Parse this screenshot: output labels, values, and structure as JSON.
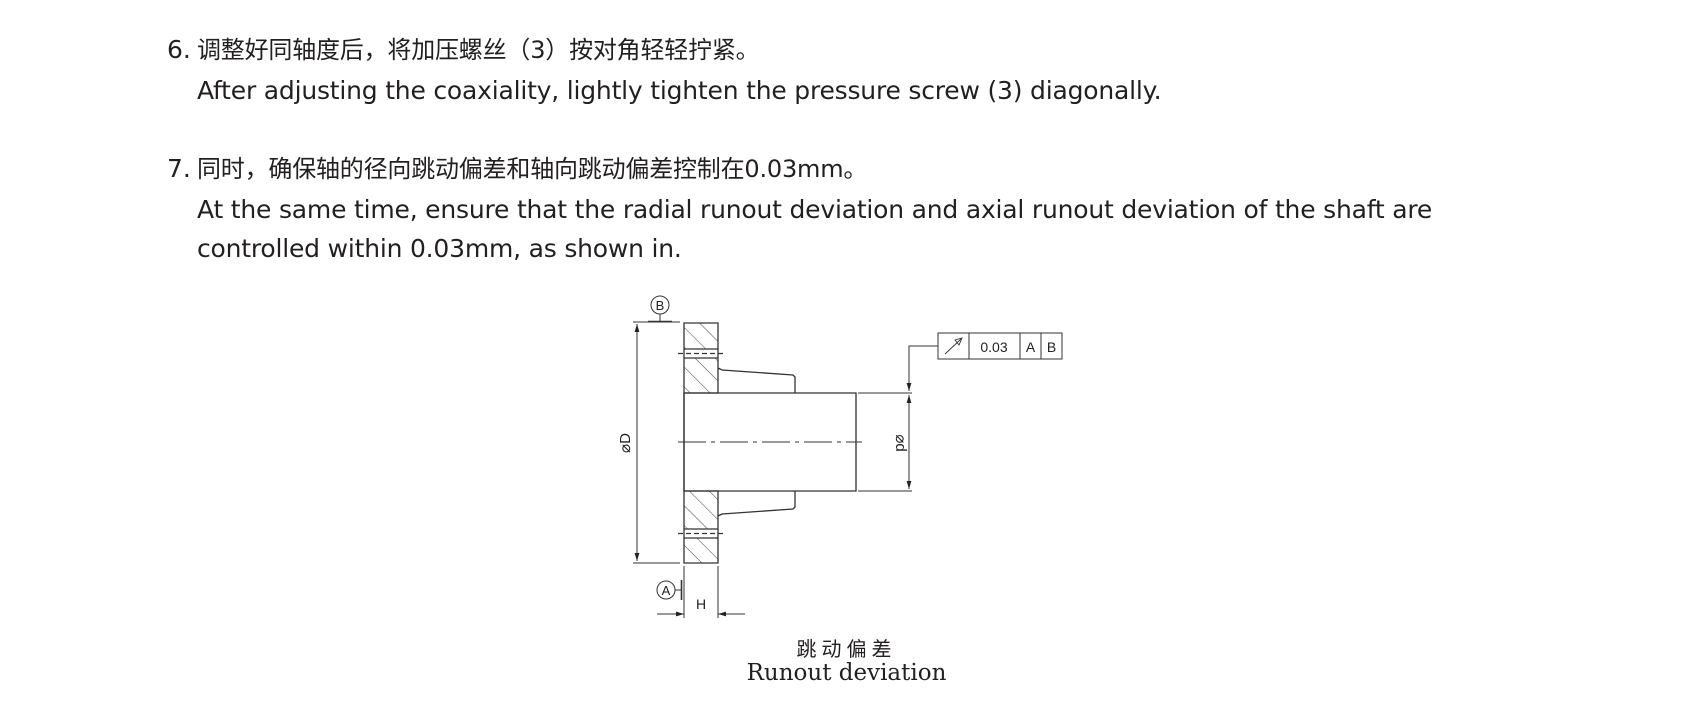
{
  "steps": [
    {
      "number": "6.",
      "zh": "调整好同轴度后，将加压螺丝（3）按对角轻轻拧紧。",
      "en_lines": [
        "After adjusting the coaxiality, lightly tighten the pressure screw (3) diagonally."
      ]
    },
    {
      "number": "7.",
      "zh": "同时，确保轴的径向跳动偏差和轴向跳动偏差控制在0.03mm。",
      "en_lines": [
        "At the same time, ensure that the radial runout deviation and axial runout deviation of the shaft are",
        "controlled within 0.03mm, as shown in."
      ]
    }
  ],
  "drawing": {
    "datum_top": "B",
    "datum_bottom": "A",
    "dim_outer": "⌀D",
    "dim_shaft": "⌀d",
    "dim_thickness": "H",
    "fcf": {
      "symbol": "circular-runout",
      "tolerance": "0.03",
      "datum1": "A",
      "datum2": "B"
    },
    "caption_zh": "跳动偏差",
    "caption_en": "Runout deviation"
  },
  "colors": {
    "text": "#231f20",
    "line": "#333333",
    "background": "#ffffff"
  }
}
